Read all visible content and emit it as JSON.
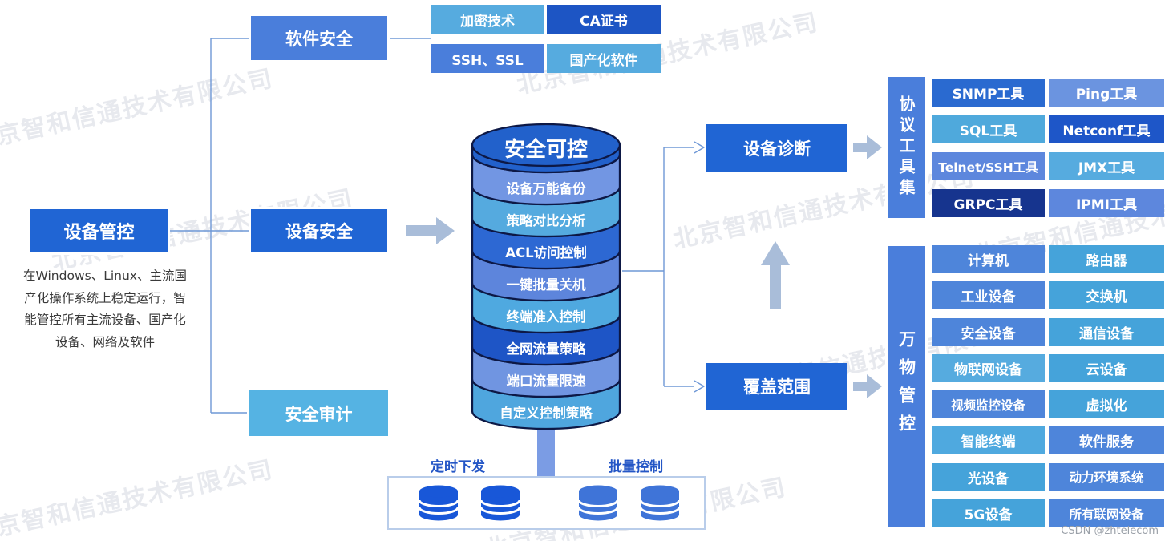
{
  "watermark": {
    "text": "北京智和信通技术有限公司",
    "credit": "CSDN @zhtelecom"
  },
  "colors": {
    "royal": "#2065d4",
    "cornflower": "#4a7edb",
    "sky": "#56abdf",
    "sky_cyan": "#45a3da",
    "navy": "#16348e",
    "royal_deep": "#1e56c8",
    "audit_sky": "#55b3e3",
    "connector_line": "#6f98d6",
    "block_arrow": "#a9bdd9",
    "stem": "#7b9ce4",
    "db_icon_dark": "#1857d8",
    "db_icon_light": "#3f74d8"
  },
  "left": {
    "title": "设备管控",
    "description_lines": [
      "在Windows、Linux、主流国",
      "产化操作系统上稳定运行，智",
      "能管控所有主流设备、国产化",
      "设备、网络及软件"
    ]
  },
  "branches": {
    "software_security": "软件安全",
    "device_security": "设备安全",
    "security_audit": "安全审计"
  },
  "software_tools": [
    {
      "label": "加密技术",
      "color": "#56abdf"
    },
    {
      "label": "CA证书",
      "color": "#1d55c4"
    },
    {
      "label": "SSH、SSL",
      "color": "#4a7edb"
    },
    {
      "label": "国产化软件",
      "color": "#56abdf"
    }
  ],
  "cylinder": {
    "title": "安全可控",
    "top_color": "#2261cb",
    "layers": [
      {
        "label": "设备万能备份",
        "color": "#7296e3"
      },
      {
        "label": "策略对比分析",
        "color": "#55aadf"
      },
      {
        "label": "ACL访问控制",
        "color": "#2d68d3"
      },
      {
        "label": "一键批量关机",
        "color": "#5d85dc"
      },
      {
        "label": "终端准入控制",
        "color": "#4fa9e0"
      },
      {
        "label": "全网流量策略",
        "color": "#1e55c6"
      },
      {
        "label": "端口流量限速",
        "color": "#7095e1"
      },
      {
        "label": "自定义控制策略",
        "color": "#4fa6de"
      }
    ]
  },
  "delivery": {
    "scheduled_label": "定时下发",
    "batch_label": "批量控制"
  },
  "outputs": {
    "diagnosis": "设备诊断",
    "coverage": "覆盖范围"
  },
  "protocol_panel": {
    "title": "协议工具集",
    "tools": [
      {
        "label": "SNMP工具",
        "color": "#2a6ad0"
      },
      {
        "label": "Ping工具",
        "color": "#6b94e0"
      },
      {
        "label": "SQL工具",
        "color": "#4fa9dc"
      },
      {
        "label": "Netconf工具",
        "color": "#1e56c8"
      },
      {
        "label": "Telnet/SSH工具",
        "color": "#5d87dd"
      },
      {
        "label": "JMX工具",
        "color": "#56abdf"
      },
      {
        "label": "GRPC工具",
        "color": "#16348e"
      },
      {
        "label": "IPMI工具",
        "color": "#5d87dd"
      }
    ]
  },
  "device_panel": {
    "title": "万物管控",
    "devices": [
      {
        "label": "计算机",
        "color": "#4e85da"
      },
      {
        "label": "路由器",
        "color": "#45a3da"
      },
      {
        "label": "工业设备",
        "color": "#4e85da"
      },
      {
        "label": "交换机",
        "color": "#45a3da"
      },
      {
        "label": "安全设备",
        "color": "#4e85da"
      },
      {
        "label": "通信设备",
        "color": "#45a3da"
      },
      {
        "label": "物联网设备",
        "color": "#56abdf"
      },
      {
        "label": "云设备",
        "color": "#45a3da"
      },
      {
        "label": "视频监控设备",
        "color": "#4e85da"
      },
      {
        "label": "虚拟化",
        "color": "#45a3da"
      },
      {
        "label": "智能终端",
        "color": "#4fa9df"
      },
      {
        "label": "软件服务",
        "color": "#4e85da"
      },
      {
        "label": "光设备",
        "color": "#45a3da"
      },
      {
        "label": "动力环境系统",
        "color": "#4e85da"
      },
      {
        "label": "5G设备",
        "color": "#45a3da"
      },
      {
        "label": "所有联网设备",
        "color": "#4e85da"
      }
    ]
  }
}
